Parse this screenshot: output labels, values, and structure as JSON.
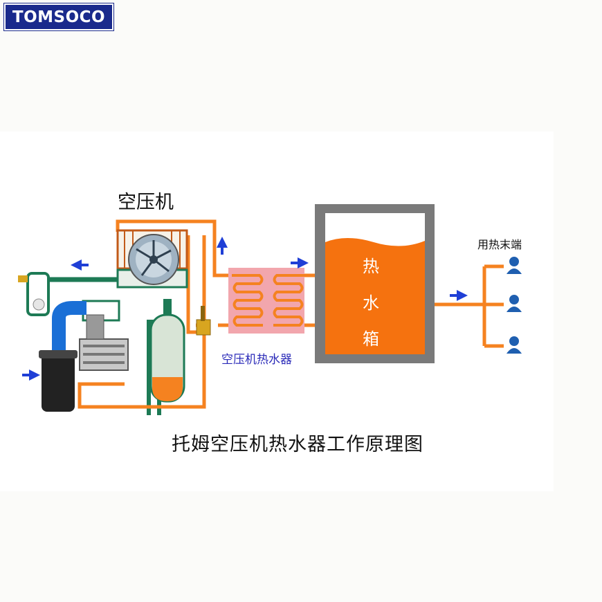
{
  "brand": {
    "logo_text": "TOMSOCO"
  },
  "labels": {
    "compressor": "空压机",
    "heater": "空压机热水器",
    "end_use": "用热末端",
    "caption": "托姆空压机热水器工作原理图"
  },
  "tank": {
    "chars": [
      "热",
      "水",
      "箱"
    ]
  },
  "colors": {
    "brand_blue": "#1a2a8c",
    "hot_pipe": "#f58220",
    "water_orange": "#f5720f",
    "tank_frame": "#7a7a7a",
    "heat_exchanger": "#f2a6ad",
    "air_pipe": "#1d7a55",
    "arrow_blue": "#1f3fd6",
    "user_icon": "#1f5fb0"
  },
  "icons": [
    "fan-icon",
    "user-icon",
    "arrow-icon",
    "air-filter-icon",
    "separator-tank-icon"
  ]
}
